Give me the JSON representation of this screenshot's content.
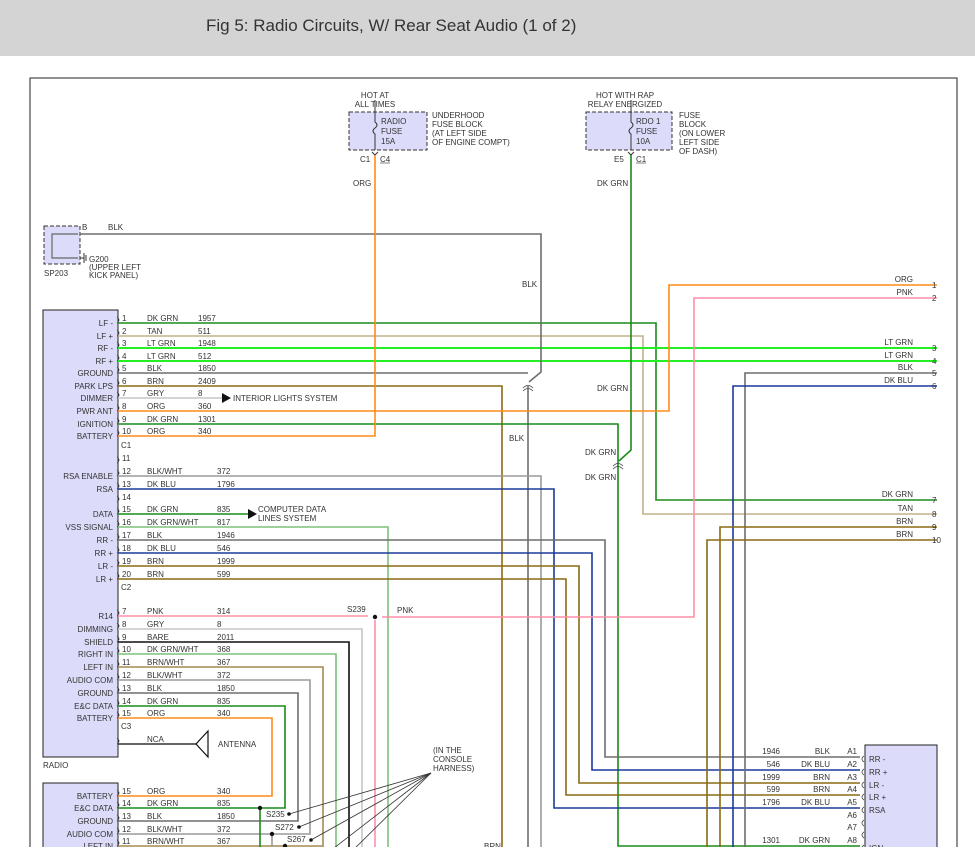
{
  "header": {
    "title": "Fig 5: Radio Circuits, W/ Rear Seat Audio (1 of 2)"
  },
  "colors": {
    "DK GRN": "#1a8c1a",
    "LT GRN": "#22f022",
    "TAN": "#c4b08a",
    "BLK": "#6e6e6e",
    "BRN": "#8a6a12",
    "GRY": "#c6c6c6",
    "ORG": "#ff8c1a",
    "PNK": "#ff8fa8",
    "DK BLU": "#1c3a9a",
    "BLK/WHT": "#9a9a9a",
    "DK GRN/WHT": "#7cc27c",
    "BARE": "#111111",
    "BRN/WHT": "#a68a52",
    "module_fill": "#dcdcfa"
  },
  "fuses": [
    {
      "hot": [
        "HOT AT",
        "ALL TIMES"
      ],
      "name": [
        "RADIO",
        "FUSE",
        "15A"
      ],
      "block": [
        "UNDERHOOD",
        "FUSE BLOCK",
        "(AT LEFT SIDE",
        "OF ENGINE COMPT)"
      ],
      "conn_left": "C1",
      "conn_right": "C4",
      "wire": "ORG"
    },
    {
      "hot": [
        "HOT WITH RAP",
        "RELAY ENERGIZED"
      ],
      "name": [
        "RDO 1",
        "FUSE",
        "10A"
      ],
      "block": [
        "FUSE",
        "BLOCK",
        "(ON LOWER",
        "LEFT SIDE",
        "OF DASH)"
      ],
      "conn_left": "E5",
      "conn_right": "C1",
      "wire": "DK GRN"
    }
  ],
  "ground": {
    "pin": "B",
    "wire": "BLK",
    "splice": "SP203",
    "label": [
      "G200",
      "(UPPER LEFT",
      "KICK PANEL)"
    ]
  },
  "radio": {
    "name": "RADIO",
    "c1": {
      "label": "C1",
      "rows": [
        {
          "pin": "1",
          "func": "LF -",
          "color": "DK GRN",
          "circuit": "1957"
        },
        {
          "pin": "2",
          "func": "LF +",
          "color": "TAN",
          "circuit": "511"
        },
        {
          "pin": "3",
          "func": "RF -",
          "color": "LT GRN",
          "circuit": "1948"
        },
        {
          "pin": "4",
          "func": "RF +",
          "color": "LT GRN",
          "circuit": "512"
        },
        {
          "pin": "5",
          "func": "GROUND",
          "color": "BLK",
          "circuit": "1850"
        },
        {
          "pin": "6",
          "func": "PARK LPS",
          "color": "BRN",
          "circuit": "2409"
        },
        {
          "pin": "7",
          "func": "DIMMER",
          "color": "GRY",
          "circuit": "8"
        },
        {
          "pin": "8",
          "func": "PWR ANT",
          "color": "ORG",
          "circuit": "360"
        },
        {
          "pin": "9",
          "func": "IGNITION",
          "color": "DK GRN",
          "circuit": "1301"
        },
        {
          "pin": "10",
          "func": "BATTERY",
          "color": "ORG",
          "circuit": "340"
        }
      ]
    },
    "c2": {
      "label": "C2",
      "rows": [
        {
          "pin": "11",
          "func": "",
          "color": "",
          "circuit": ""
        },
        {
          "pin": "12",
          "func": "RSA ENABLE",
          "color": "BLK/WHT",
          "circuit": "372"
        },
        {
          "pin": "13",
          "func": "RSA",
          "color": "DK BLU",
          "circuit": "1796"
        },
        {
          "pin": "14",
          "func": "",
          "color": "",
          "circuit": ""
        },
        {
          "pin": "15",
          "func": "DATA",
          "color": "DK GRN",
          "circuit": "835"
        },
        {
          "pin": "16",
          "func": "VSS SIGNAL",
          "color": "DK GRN/WHT",
          "circuit": "817"
        },
        {
          "pin": "17",
          "func": "RR -",
          "color": "BLK",
          "circuit": "1946"
        },
        {
          "pin": "18",
          "func": "RR +",
          "color": "DK BLU",
          "circuit": "546"
        },
        {
          "pin": "19",
          "func": "LR -",
          "color": "BRN",
          "circuit": "1999"
        },
        {
          "pin": "20",
          "func": "LR +",
          "color": "BRN",
          "circuit": "599"
        }
      ]
    },
    "c3": {
      "label": "C3",
      "rows": [
        {
          "pin": "7",
          "func": "R14",
          "color": "PNK",
          "circuit": "314"
        },
        {
          "pin": "8",
          "func": "DIMMING",
          "color": "GRY",
          "circuit": "8"
        },
        {
          "pin": "9",
          "func": "SHIELD",
          "color": "BARE",
          "circuit": "2011"
        },
        {
          "pin": "10",
          "func": "RIGHT IN",
          "color": "DK GRN/WHT",
          "circuit": "368"
        },
        {
          "pin": "11",
          "func": "LEFT IN",
          "color": "BRN/WHT",
          "circuit": "367"
        },
        {
          "pin": "12",
          "func": "AUDIO COM",
          "color": "BLK/WHT",
          "circuit": "372"
        },
        {
          "pin": "13",
          "func": "GROUND",
          "color": "BLK",
          "circuit": "1850"
        },
        {
          "pin": "14",
          "func": "E&C DATA",
          "color": "DK GRN",
          "circuit": "835"
        },
        {
          "pin": "15",
          "func": "BATTERY",
          "color": "ORG",
          "circuit": "340"
        }
      ]
    },
    "antenna": {
      "wire": "NCA",
      "label": "ANTENNA"
    }
  },
  "destinations": {
    "interior_lights": "INTERIOR LIGHTS SYSTEM",
    "computer_data": [
      "COMPUTER DATA",
      "LINES SYSTEM"
    ]
  },
  "lower_module": {
    "rows": [
      {
        "pin": "15",
        "func": "BATTERY",
        "color": "ORG",
        "circuit": "340"
      },
      {
        "pin": "14",
        "func": "E&C DATA",
        "color": "DK GRN",
        "circuit": "835"
      },
      {
        "pin": "13",
        "func": "GROUND",
        "color": "BLK",
        "circuit": "1850"
      },
      {
        "pin": "12",
        "func": "AUDIO COM",
        "color": "BLK/WHT",
        "circuit": "372"
      },
      {
        "pin": "11",
        "func": "LEFT IN",
        "color": "BRN/WHT",
        "circuit": "367"
      }
    ]
  },
  "right_connector": {
    "pins": [
      {
        "pin": "1",
        "color": "ORG"
      },
      {
        "pin": "2",
        "color": "PNK"
      },
      {
        "pin": "3",
        "color": "LT GRN"
      },
      {
        "pin": "4",
        "color": "LT GRN"
      },
      {
        "pin": "5",
        "color": "BLK"
      },
      {
        "pin": "6",
        "color": "DK BLU"
      },
      {
        "pin": "7",
        "color": "DK GRN"
      },
      {
        "pin": "8",
        "color": "TAN"
      },
      {
        "pin": "9",
        "color": "BRN"
      },
      {
        "pin": "10",
        "color": "BRN"
      }
    ]
  },
  "rsa_module": {
    "rows": [
      {
        "pin": "A1",
        "circuit": "1946",
        "color": "BLK",
        "func": "RR -"
      },
      {
        "pin": "A2",
        "circuit": "546",
        "color": "DK BLU",
        "func": "RR +"
      },
      {
        "pin": "A3",
        "circuit": "1999",
        "color": "BRN",
        "func": "LR -"
      },
      {
        "pin": "A4",
        "circuit": "599",
        "color": "BRN",
        "func": "LR +"
      },
      {
        "pin": "A5",
        "circuit": "1796",
        "color": "DK BLU",
        "func": "RSA"
      },
      {
        "pin": "A6",
        "circuit": "",
        "color": "",
        "func": ""
      },
      {
        "pin": "A7",
        "circuit": "",
        "color": "",
        "func": ""
      },
      {
        "pin": "A8",
        "circuit": "1301",
        "color": "DK GRN",
        "func": "IGN"
      }
    ]
  },
  "mid_labels": {
    "blk_top": "BLK",
    "blk_mid": "BLK",
    "dkgrn_1": "DK GRN",
    "dkgrn_2": "DK GRN",
    "dkgrn_3": "DK GRN",
    "s239": "S239",
    "pnk": "PNK",
    "brn_bottom": "BRN"
  },
  "splices": {
    "s235": "S235",
    "s272": "S272",
    "s267": "S267"
  },
  "console_note": [
    "(IN THE",
    "CONSOLE",
    "HARNESS)"
  ]
}
